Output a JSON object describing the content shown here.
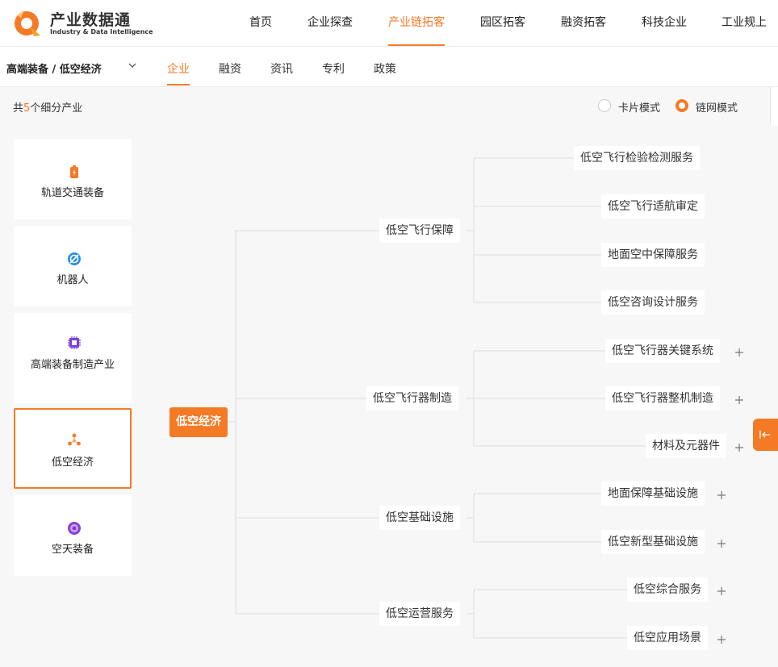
{
  "header": {
    "logo_cn": "产业数据通",
    "logo_en": "Industry & Data Intelligence",
    "nav": [
      "首页",
      "企业探查",
      "产业链拓客",
      "园区拓客",
      "融资拓客",
      "科技企业",
      "工业规上"
    ],
    "active_nav": "产业链拓客"
  },
  "subheader": {
    "breadcrumb": "高端装备 / 低空经济",
    "tabs": [
      "企业",
      "融资",
      "资讯",
      "专利",
      "政策"
    ],
    "active_tab": "企业"
  },
  "summary": {
    "prefix": "共",
    "count": "5",
    "suffix": "个细分产业"
  },
  "modes": {
    "card": "卡片模式",
    "network": "链网模式",
    "selected": "链网模式"
  },
  "industries": [
    {
      "label": "轨道交通装备",
      "icon": "battery-icon",
      "color": "#f47a26"
    },
    {
      "label": "机器人",
      "icon": "no-symbol-icon",
      "color": "#2b8ee0"
    },
    {
      "label": "高端装备制造产业",
      "icon": "chip-icon",
      "color": "#7b3fd4"
    },
    {
      "label": "低空经济",
      "icon": "network-hub-icon",
      "color": "#f47a26",
      "active": true
    },
    {
      "label": "空天装备",
      "icon": "target-icon",
      "color": "#8a3fd4"
    }
  ],
  "tree": {
    "root": "低空经济",
    "branches": [
      {
        "label": "低空飞行保障",
        "children": [
          {
            "label": "低空飞行检验检测服务",
            "expandable": false
          },
          {
            "label": "低空飞行适航审定",
            "expandable": false
          },
          {
            "label": "地面空中保障服务",
            "expandable": false
          },
          {
            "label": "低空咨询设计服务",
            "expandable": false
          }
        ]
      },
      {
        "label": "低空飞行器制造",
        "children": [
          {
            "label": "低空飞行器关键系统",
            "expandable": true
          },
          {
            "label": "低空飞行器整机制造",
            "expandable": true
          },
          {
            "label": "材料及元器件",
            "expandable": true
          }
        ]
      },
      {
        "label": "低空基础设施",
        "children": [
          {
            "label": "地面保障基础设施",
            "expandable": true
          },
          {
            "label": "低空新型基础设施",
            "expandable": true
          }
        ]
      },
      {
        "label": "低空运营服务",
        "children": [
          {
            "label": "低空综合服务",
            "expandable": true
          },
          {
            "label": "低空应用场景",
            "expandable": true
          }
        ]
      }
    ]
  },
  "colors": {
    "accent": "#f47a26",
    "line": "#d8dde3"
  }
}
